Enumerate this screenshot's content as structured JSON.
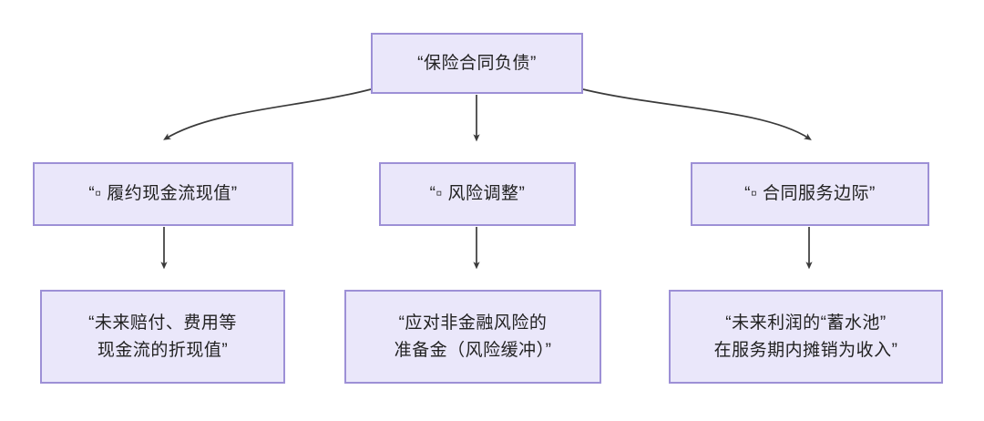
{
  "diagram": {
    "type": "tree-hierarchy",
    "title_node": {
      "id": "root",
      "label": "“保险合同负债”"
    },
    "level2": [
      {
        "id": "fulfilment-cash-flows",
        "label": "“▫ 履约现金流现值”"
      },
      {
        "id": "risk-adjustment",
        "label": "“▫ 风险调整”"
      },
      {
        "id": "contractual-service-margin",
        "label": "“▫ 合同服务边际”"
      }
    ],
    "level3": [
      {
        "id": "fulfilment-detail",
        "label": "“未来赔付、费用等\n现金流的折现值”"
      },
      {
        "id": "risk-detail",
        "label": "“应对非金融风险的\n准备金（风险缓冲）”"
      },
      {
        "id": "csm-detail",
        "label": "“未来利润的“蓄水池”\n在服务期内摊销为收入”"
      }
    ],
    "edges": [
      {
        "id": "root-to-fulfilment",
        "from": "root",
        "to": "fulfilment-cash-flows",
        "style": "curved"
      },
      {
        "id": "root-to-risk",
        "from": "root",
        "to": "risk-adjustment",
        "style": "straight"
      },
      {
        "id": "root-to-csm",
        "from": "root",
        "to": "contractual-service-margin",
        "style": "curved"
      },
      {
        "id": "fulfilment-to-detail",
        "from": "fulfilment-cash-flows",
        "to": "fulfilment-detail",
        "style": "straight"
      },
      {
        "id": "risk-to-detail",
        "from": "risk-adjustment",
        "to": "risk-detail",
        "style": "straight"
      },
      {
        "id": "csm-to-detail",
        "from": "contractual-service-margin",
        "to": "csm-detail",
        "style": "straight"
      }
    ],
    "colors": {
      "node_fill": "#eae7fa",
      "node_border": "#9d90d6",
      "edge": "#3a3a3a",
      "text": "#222222",
      "background": "#ffffff"
    }
  }
}
